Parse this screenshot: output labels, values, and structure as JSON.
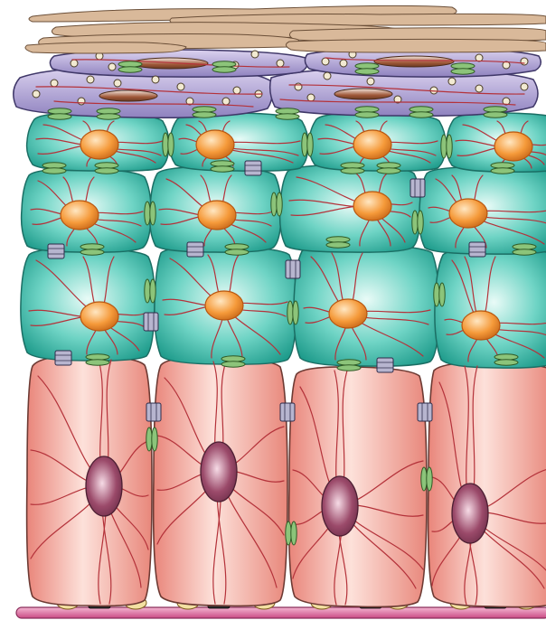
{
  "colors": {
    "background": "#ffffff",
    "cornified_layer": "#d9b99a",
    "cornified_outline": "#6b4f38",
    "granular_cell": "#b3a6d4",
    "granular_outline": "#3f3768",
    "spinous_cell": "#3fc0b0",
    "spinous_outline": "#1b6e64",
    "basal_cell": "#f1a89b",
    "basal_outline": "#6d3a33",
    "keratin_filament": "#b4323a",
    "spinous_nucleus": "#f59a3a",
    "basal_nucleus": "#9b4a6a",
    "desmosome": "#8cc47a",
    "gap_junction": "#b7b5cf",
    "basement_membrane": "#dc6fa0",
    "hemidesmosome": "#2a2a2a",
    "focal_adhesion": "#f3e0a2"
  },
  "layers": [
    {
      "icon": "stratum-corneum-icon",
      "cell_count": 7
    },
    {
      "icon": "stratum-granulosum-icon",
      "cell_count": 4
    },
    {
      "icon": "stratum-spinosum-icon",
      "cell_count": 12
    },
    {
      "icon": "stratum-basale-icon",
      "cell_count": 4
    }
  ],
  "structures": [
    "keratin-filament-icon",
    "desmosome-icon",
    "gap-junction-icon",
    "hemidesmosome-icon",
    "basement-membrane-icon",
    "keratohyalin-granule-icon"
  ]
}
